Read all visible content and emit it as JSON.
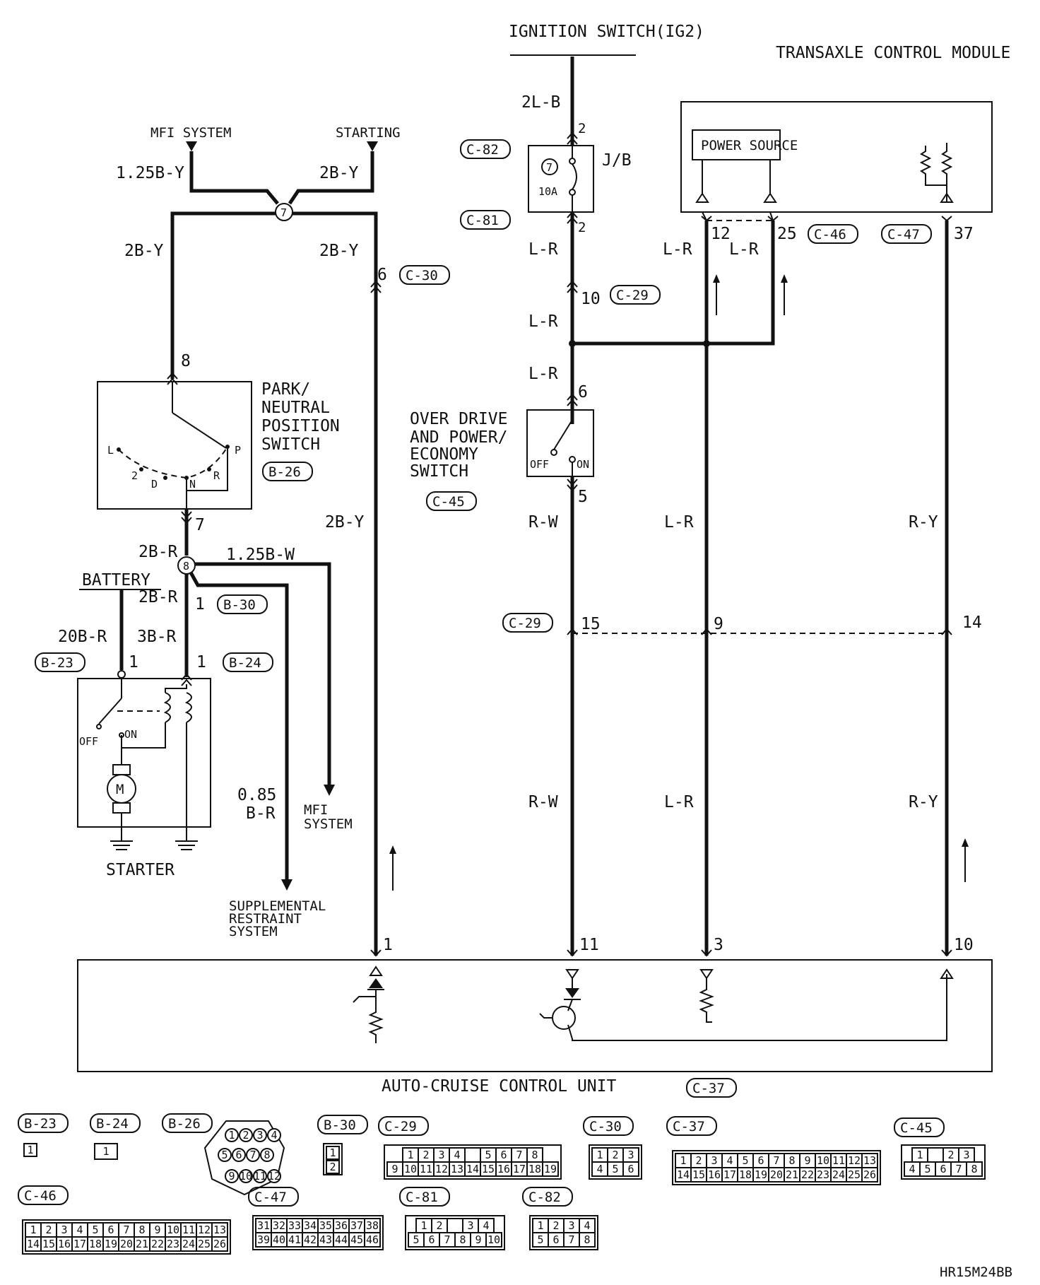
{
  "circuit": {
    "sources": {
      "ignition_switch": "IGNITION SWITCH(IG2)",
      "mfi_system": "MFI SYSTEM",
      "starting": "STARTING",
      "battery": "BATTERY"
    },
    "components": {
      "tcm": "TRANSAXLE CONTROL MODULE",
      "power_source": "POWER SOURCE",
      "jb": "J/B",
      "fuse_number": "7",
      "fuse_rating": "10A",
      "pnp_switch": "PARK/ NEUTRAL POSITION SWITCH",
      "od_switch": "OVER DRIVE AND POWER/ ECONOMY SWITCH",
      "starter": "STARTER",
      "mfi_system_out": "MFI SYSTEM",
      "srs": "SUPPLEMENTAL RESTRAINT SYSTEM",
      "acu": "AUTO-CRUISE CONTROL UNIT"
    },
    "switch_labels": {
      "off": "OFF",
      "on": "ON",
      "L": "L",
      "two": "2",
      "D": "D",
      "N": "N",
      "R": "R",
      "P": "P"
    },
    "wire_colors": {
      "w_2LB": "2L-B",
      "w_125BY": "1.25B-Y",
      "w_2BY": "2B-Y",
      "w_LR": "L-R",
      "w_RW": "R-W",
      "w_RY": "R-Y",
      "w_2BR": "2B-R",
      "w_125BW": "1.25B-W",
      "w_20BR": "20B-R",
      "w_3BR": "3B-R",
      "w_085": "0.85",
      "w_BR": "B-R"
    },
    "splices": {
      "s7": "7",
      "s8": "8"
    },
    "connectors": {
      "c82": "C-82",
      "c81": "C-81",
      "c46": "C-46",
      "c47": "C-47",
      "c30": "C-30",
      "c29": "C-29",
      "c45": "C-45",
      "c37": "C-37",
      "b26": "B-26",
      "b30": "B-30",
      "b23": "B-23",
      "b24": "B-24"
    },
    "pins": {
      "p2": "2",
      "p6": "6",
      "p10": "10",
      "p12": "12",
      "p25": "25",
      "p37": "37",
      "p8": "8",
      "p7": "7",
      "p5": "5",
      "p1": "1",
      "p15": "15",
      "p9": "9",
      "p14": "14",
      "p11": "11",
      "p3": "3"
    }
  },
  "connector_faces": {
    "b23": {
      "label": "B-23",
      "pins": [
        "1"
      ]
    },
    "b24": {
      "label": "B-24",
      "pins": [
        "1"
      ]
    },
    "b26": {
      "label": "B-26",
      "pins": [
        "1",
        "2",
        "3",
        "4",
        "5",
        "6",
        "7",
        "8",
        "9",
        "10",
        "11",
        "12"
      ]
    },
    "b30": {
      "label": "B-30",
      "pins": [
        "1",
        "2"
      ]
    },
    "c29": {
      "label": "C-29",
      "row1": [
        "1",
        "2",
        "3",
        "4",
        "",
        "5",
        "6",
        "7",
        "8"
      ],
      "row2": [
        "9",
        "10",
        "11",
        "12",
        "13",
        "14",
        "15",
        "16",
        "17",
        "18",
        "19"
      ]
    },
    "c30": {
      "label": "C-30",
      "row1": [
        "1",
        "2",
        "3"
      ],
      "row2": [
        "4",
        "5",
        "6"
      ]
    },
    "c37": {
      "label": "C-37",
      "row1": [
        "1",
        "2",
        "3",
        "4",
        "5",
        "6",
        "7",
        "8",
        "9",
        "10",
        "11",
        "12",
        "13"
      ],
      "row2": [
        "14",
        "15",
        "16",
        "17",
        "18",
        "19",
        "20",
        "21",
        "22",
        "23",
        "24",
        "25",
        "26"
      ]
    },
    "c45": {
      "label": "C-45",
      "row1": [
        "1",
        "",
        "2",
        "3"
      ],
      "row2": [
        "4",
        "5",
        "6",
        "7",
        "8"
      ]
    },
    "c46": {
      "label": "C-46",
      "row1": [
        "1",
        "2",
        "3",
        "4",
        "5",
        "6",
        "7",
        "8",
        "9",
        "10",
        "11",
        "12",
        "13"
      ],
      "row2": [
        "14",
        "15",
        "16",
        "17",
        "18",
        "19",
        "20",
        "21",
        "22",
        "23",
        "24",
        "25",
        "26"
      ]
    },
    "c47": {
      "label": "C-47",
      "row1": [
        "31",
        "32",
        "33",
        "34",
        "35",
        "36",
        "37",
        "38"
      ],
      "row2": [
        "39",
        "40",
        "41",
        "42",
        "43",
        "44",
        "45",
        "46"
      ]
    },
    "c81": {
      "label": "C-81",
      "row1": [
        "1",
        "2",
        "",
        "3",
        "4"
      ],
      "row2": [
        "5",
        "6",
        "7",
        "8",
        "9",
        "10"
      ]
    },
    "c82": {
      "label": "C-82",
      "row1": [
        "1",
        "2",
        "3",
        "4"
      ],
      "row2": [
        "5",
        "6",
        "7",
        "8"
      ]
    }
  },
  "footer": {
    "code": "HR15M24BB"
  }
}
